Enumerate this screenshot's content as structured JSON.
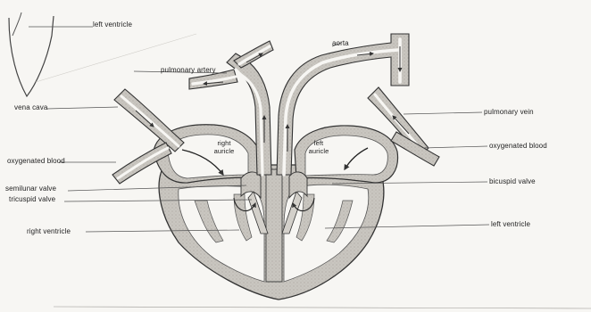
{
  "labels": {
    "left_ventricle_top": "left ventricle",
    "aorta": "aorta",
    "pulmonary_artery": "pulmonary artery",
    "vena_cava": "vena cava",
    "oxygenated_blood_left": "oxygenated blood",
    "semilunar_valve": "semilunar valve",
    "tricuspid_valve": "tricuspid valve",
    "right_ventricle": "right ventricle",
    "pulmonary_vein": "pulmonary vein",
    "oxygenated_blood_right": "oxygenated blood",
    "bicuspid_valve": "bicuspid valve",
    "left_ventricle_bottom": "left ventricle",
    "right_auricle_1": "right",
    "right_auricle_2": "auricle",
    "left_auricle_1": "left",
    "left_auricle_2": "auricle"
  },
  "colors": {
    "paper": "#f7f6f3",
    "tissue": "#c9c6c0",
    "outline": "#3a3a3a"
  }
}
